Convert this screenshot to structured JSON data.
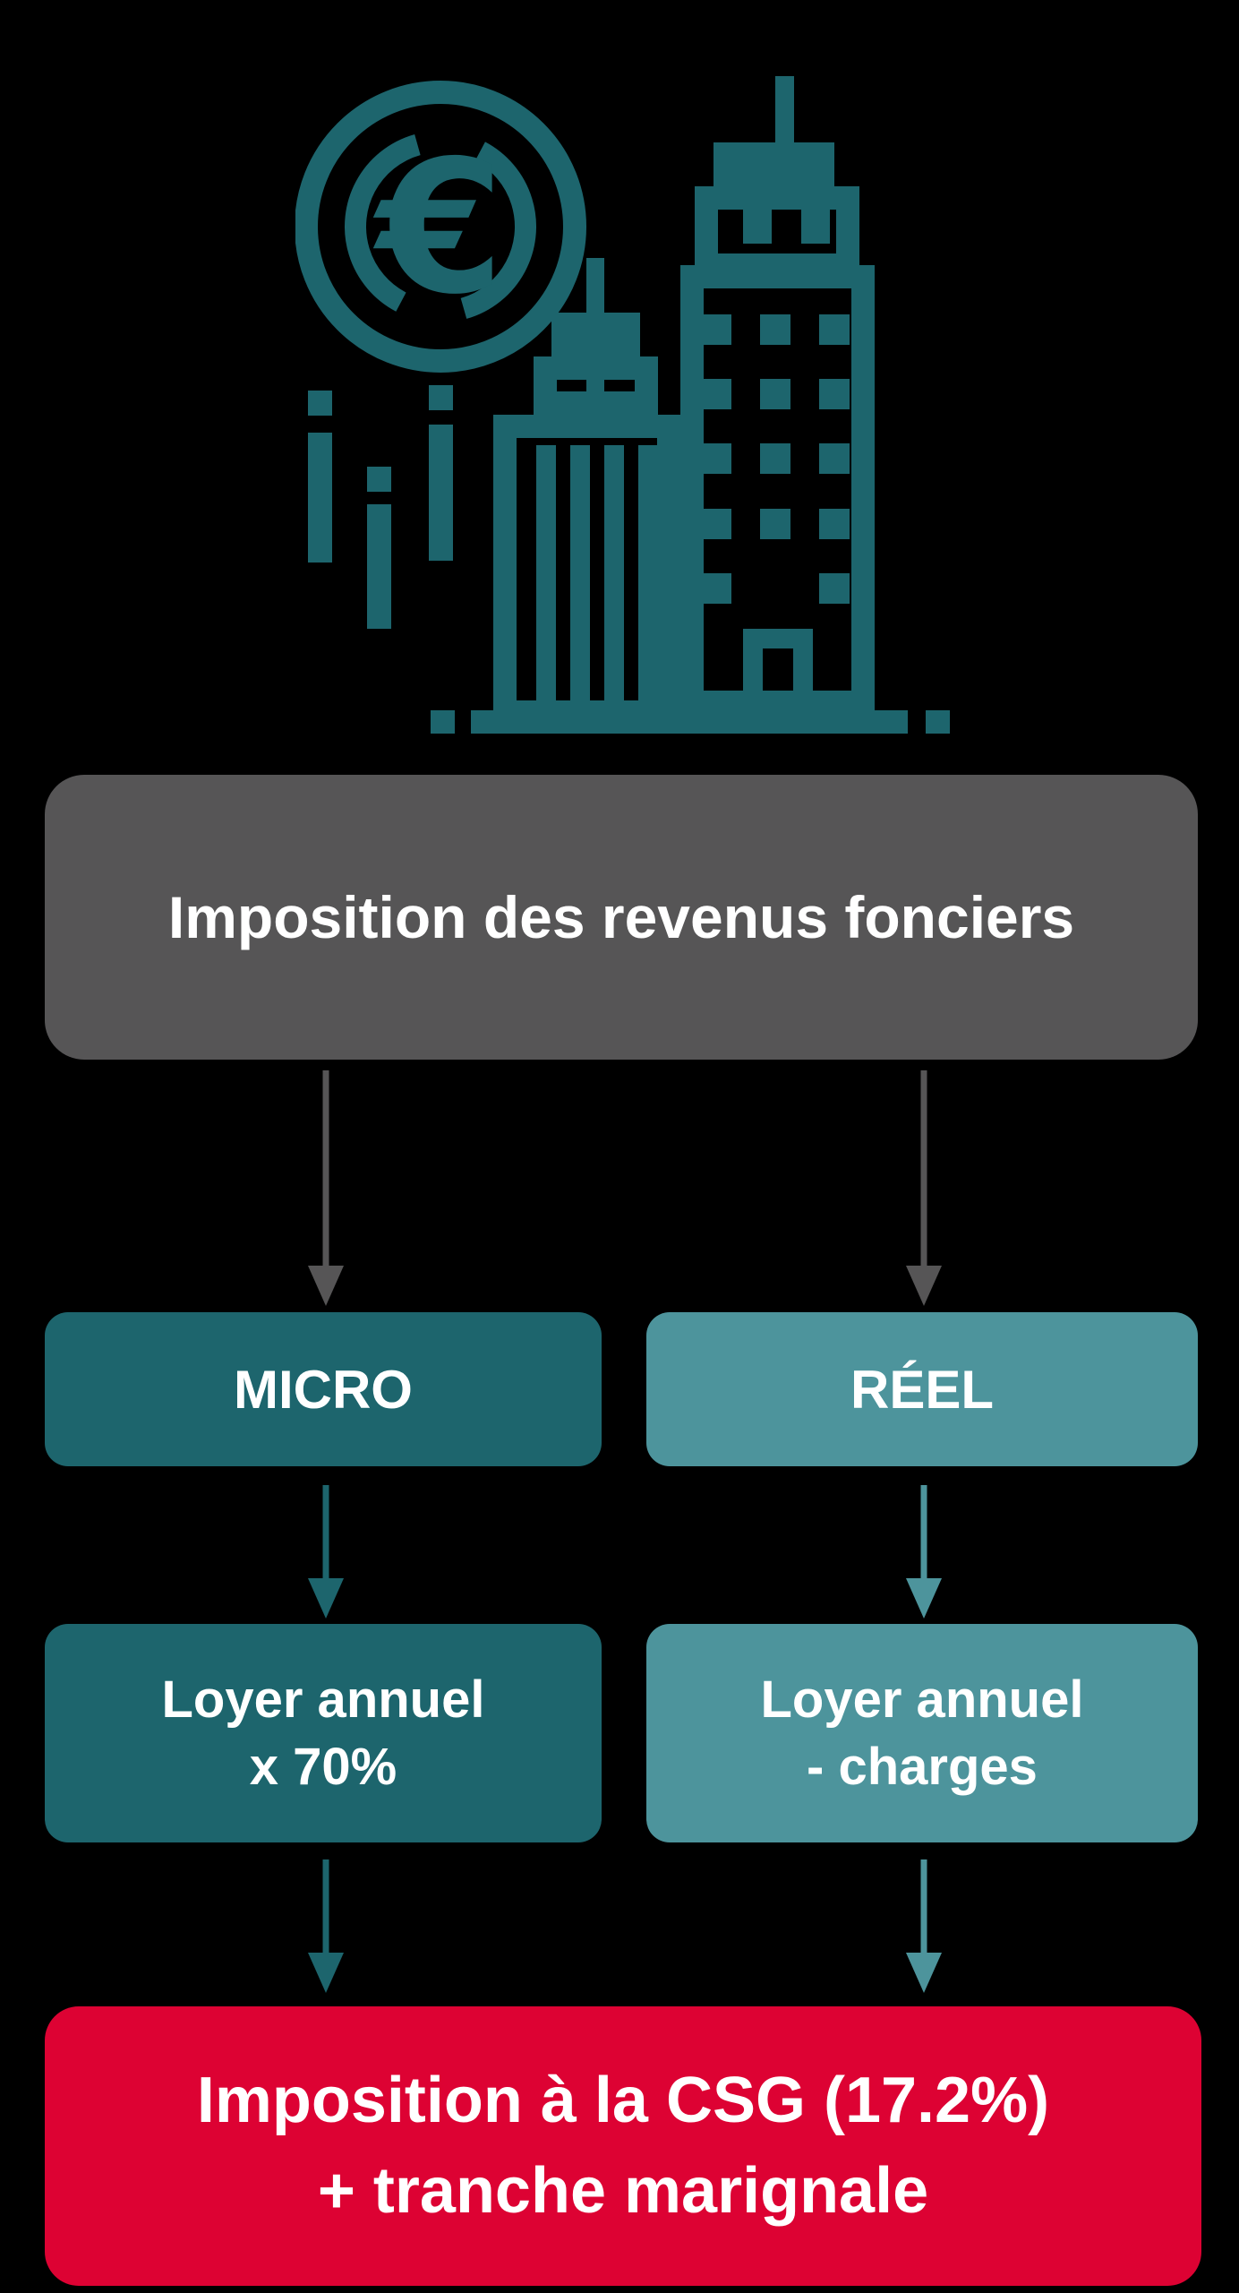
{
  "colors": {
    "background": "#000000",
    "dark_teal": "#1D656D",
    "light_teal": "#4D949C",
    "gray": "#565556",
    "red": "#DD0233",
    "text_white": "#FFFFFF"
  },
  "icon": {
    "name": "euro-coin-and-buildings",
    "currency_symbol": "€"
  },
  "title_box": {
    "label": "Imposition des revenus fonciers"
  },
  "branches": [
    {
      "id": "micro",
      "label": "MICRO",
      "formula_line1": "Loyer annuel",
      "formula_line2": "x 70%"
    },
    {
      "id": "reel",
      "label": "RÉEL",
      "formula_line1": "Loyer annuel",
      "formula_line2": "- charges"
    }
  ],
  "result_box": {
    "line1": "Imposition à la CSG (17.2%)",
    "line2": "+ tranche marignale"
  }
}
